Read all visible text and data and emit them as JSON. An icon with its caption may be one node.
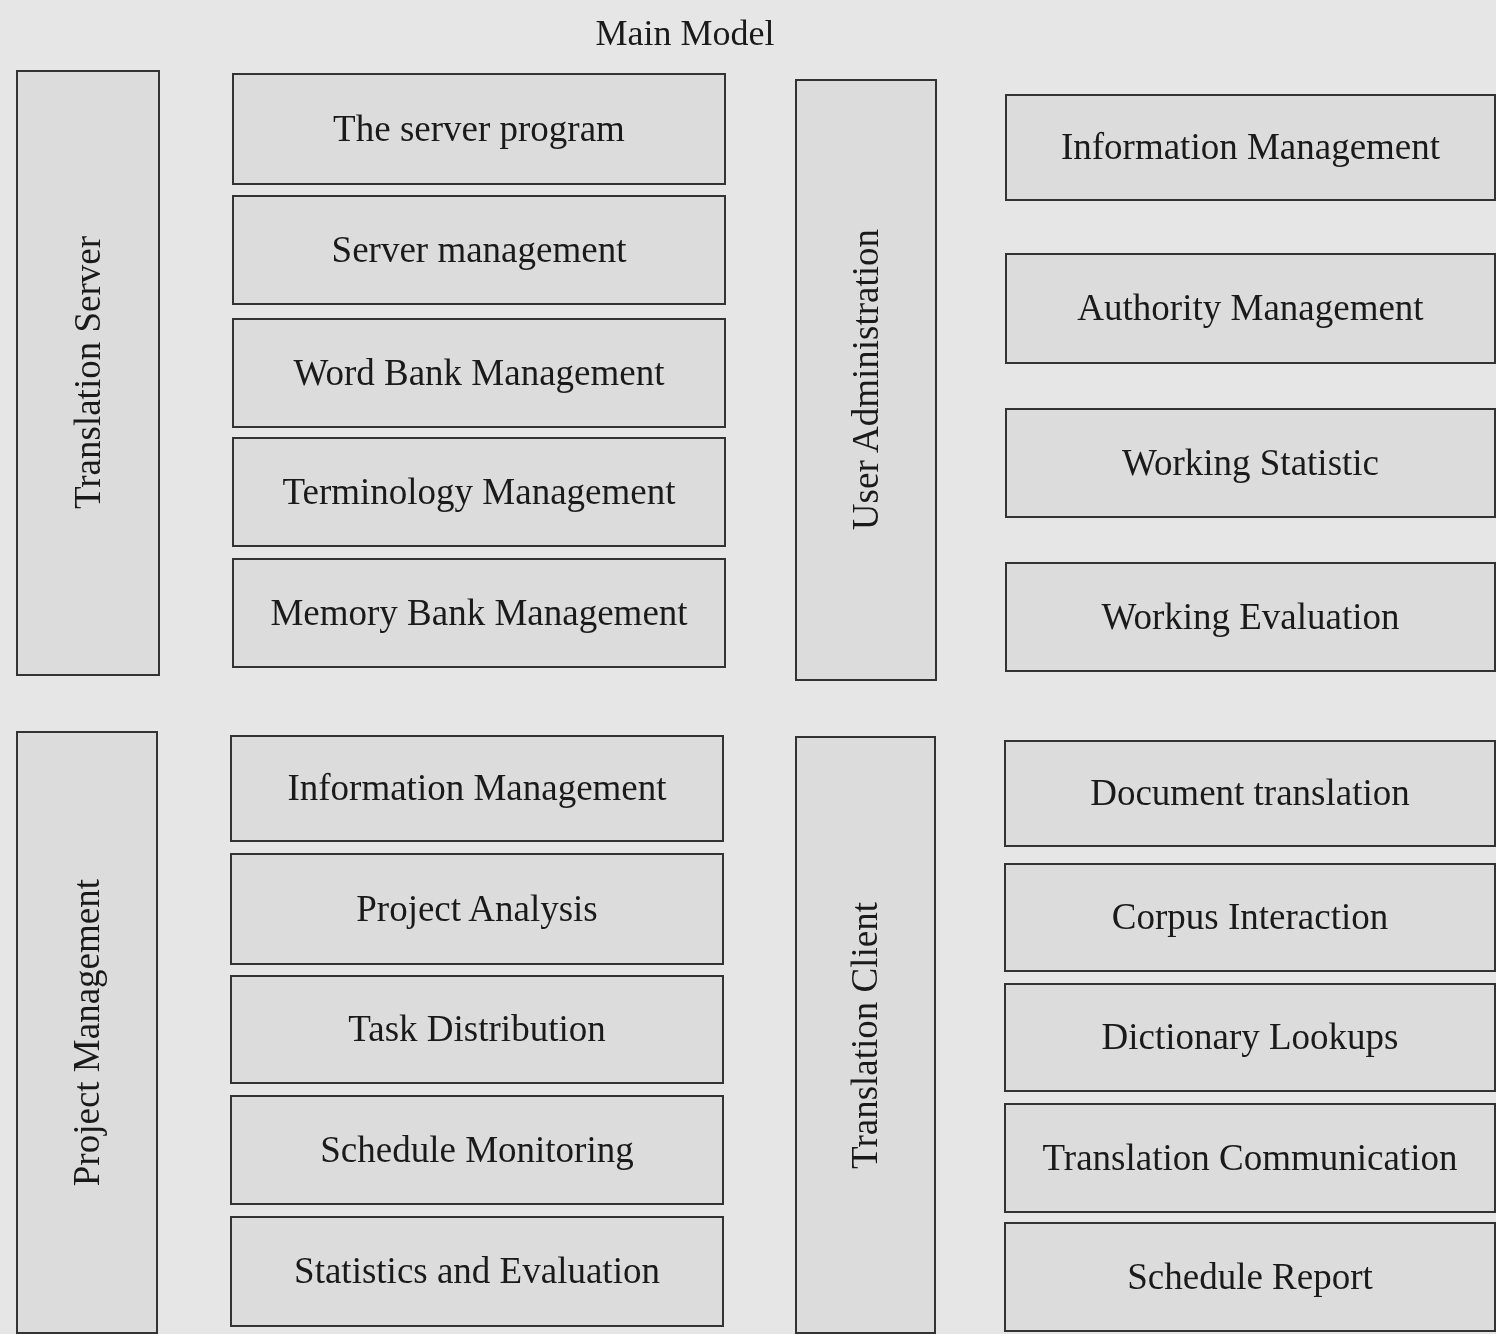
{
  "diagram": {
    "title": "Main Model",
    "nodes": [
      {
        "text": [
          "Translation Server"
        ]
      },
      {
        "text": [
          "The server program"
        ]
      },
      {
        "text": [
          "Server management"
        ]
      },
      {
        "text": [
          "Word Bank Management"
        ]
      },
      {
        "text": [
          "Terminology Management"
        ]
      },
      {
        "text": [
          "Memory Bank Management"
        ]
      },
      {
        "text": [
          "User Administration"
        ]
      },
      {
        "text": [
          "Information Management"
        ]
      },
      {
        "text": [
          "Authority Management"
        ]
      },
      {
        "text": [
          "Working Statistic"
        ]
      },
      {
        "text": [
          "Working Evaluation"
        ]
      },
      {
        "text": [
          "Project Management"
        ]
      },
      {
        "text": [
          "Information Management"
        ]
      },
      {
        "text": [
          "Project Analysis"
        ]
      },
      {
        "text": [
          "Task Distribution"
        ]
      },
      {
        "text": [
          "Schedule Monitoring"
        ]
      },
      {
        "text": [
          "Statistics and Evaluation"
        ]
      },
      {
        "text": [
          "Translation Client"
        ]
      },
      {
        "text": [
          "Document translation"
        ]
      },
      {
        "text": [
          "Corpus Interaction"
        ]
      },
      {
        "text": [
          "Dictionary Lookups"
        ]
      },
      {
        "text": [
          "Translation Communication"
        ]
      },
      {
        "text": [
          "Schedule Report"
        ]
      }
    ]
  }
}
